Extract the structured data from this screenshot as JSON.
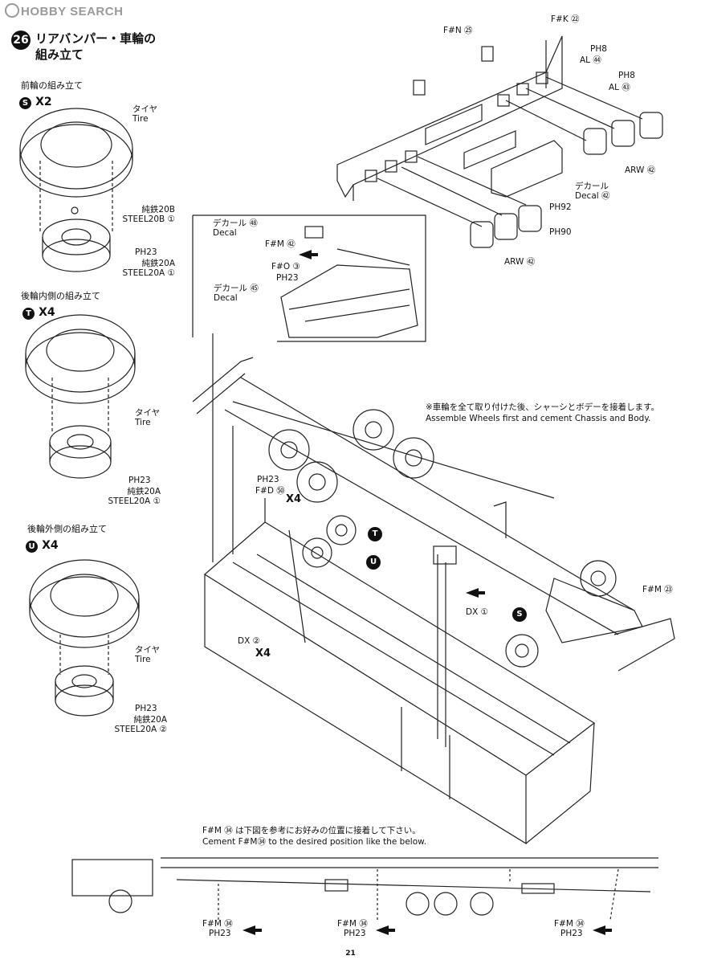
{
  "watermark": "HOBBY SEARCH",
  "step": {
    "number": "26",
    "title_line1": "リアバンパー・車輪の",
    "title_line2": "組み立て"
  },
  "front_wheel": {
    "heading": "前輪の組み立て",
    "badge": "S",
    "qty": "X2",
    "tire_jp": "タイヤ",
    "tire_en": "Tire",
    "steel_b_jp": "純鉄20B",
    "steel_b_en": "STEEL20B",
    "steel_b_num": "①",
    "ph": "PH23",
    "steel_a_jp": "純鉄20A",
    "steel_a_en": "STEEL20A",
    "steel_a_num": "①"
  },
  "rear_inner_wheel": {
    "heading": "後輪内側の組み立て",
    "badge": "T",
    "qty": "X4",
    "tire_jp": "タイヤ",
    "tire_en": "Tire",
    "ph": "PH23",
    "steel_a_jp": "純鉄20A",
    "steel_a_en": "STEEL20A",
    "steel_a_num": "①"
  },
  "rear_outer_wheel": {
    "heading": "後輪外側の組み立て",
    "badge": "U",
    "qty": "X4",
    "tire_jp": "タイヤ",
    "tire_en": "Tire",
    "ph": "PH23",
    "steel_a_jp": "純鉄20A",
    "steel_a_en": "STEEL20A",
    "steel_a_num": "②"
  },
  "bumper_parts": {
    "fn25": "F#N ㉕",
    "fk22": "F#K ㉒",
    "ph8_a": "PH8",
    "al54": "AL ㊹",
    "ph8_b": "PH8",
    "al53": "AL ㊸",
    "arw72_right": "ARW ㊷",
    "decal52_jp": "デカール",
    "decal52_en": "Decal ㊷",
    "ph92": "PH92",
    "ph90": "PH90",
    "arw72_bottom": "ARW ㊷"
  },
  "inset_parts": {
    "decal48_jp": "デカール ㊽",
    "decal48_en": "Decal",
    "fm62": "F#M ㊷",
    "fo3": "F#O ③",
    "ph23": "PH23",
    "decal55_jp": "デカール ㊺",
    "decal55_en": "Decal"
  },
  "main_parts": {
    "note_jp": "※車輪を全て取り付けた後、シャーシとボデーを接着します。",
    "note_en": "Assemble Wheels first and cement Chassis and Body.",
    "ph23": "PH23",
    "fd50": "F#D ㊿",
    "x4_a": "X4",
    "badge_t": "T",
    "badge_u": "U",
    "badge_s": "S",
    "dx1": "DX ①",
    "dx2": "DX ②",
    "x4_b": "X4",
    "fm23": "F#M ㉓"
  },
  "bottom": {
    "line_jp": "F#M ㉞ は下図を参考にお好みの位置に接着して下さい。",
    "line_en": "Cement F#M㉞ to the desired position like the below.",
    "callout1_a": "F#M ㉞",
    "callout1_b": "PH23",
    "callout2_a": "F#M ㉞",
    "callout2_b": "PH23",
    "callout3_a": "F#M ㉞",
    "callout3_b": "PH23"
  },
  "page_number": "21"
}
